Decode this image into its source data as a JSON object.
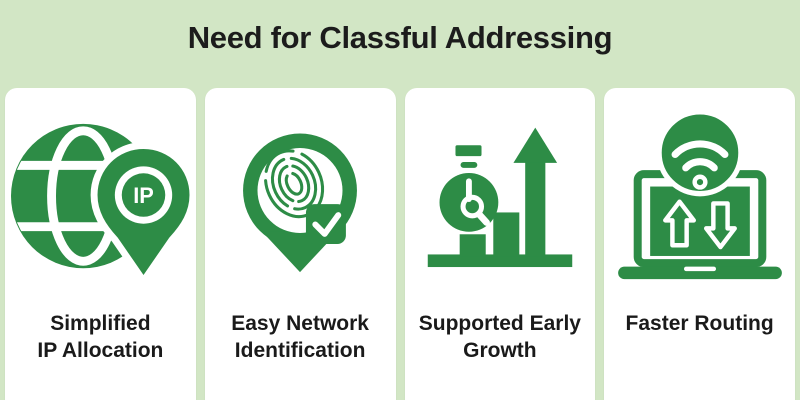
{
  "page": {
    "title": "Need for Classful Addressing",
    "background_color": "#d2e6c5",
    "card_color": "#ffffff",
    "accent_green": "#2d8c46",
    "title_color": "#1c1c1c",
    "label_color": "#1a1a1a"
  },
  "cards": [
    {
      "id": "simplified-ip-allocation",
      "icon": "globe-ip-pin-icon",
      "icon_text": "IP",
      "label_line1": "Simplified",
      "label_line2": "IP Allocation"
    },
    {
      "id": "easy-network-identification",
      "icon": "fingerprint-pin-check-icon",
      "label_line1": "Easy Network",
      "label_line2": "Identification"
    },
    {
      "id": "supported-early-growth",
      "icon": "stopwatch-growth-chart-icon",
      "label_line1": "Supported Early",
      "label_line2": "Growth"
    },
    {
      "id": "faster-routing",
      "icon": "laptop-wifi-transfer-icon",
      "label_line1": "Faster Routing",
      "label_line2": ""
    }
  ]
}
